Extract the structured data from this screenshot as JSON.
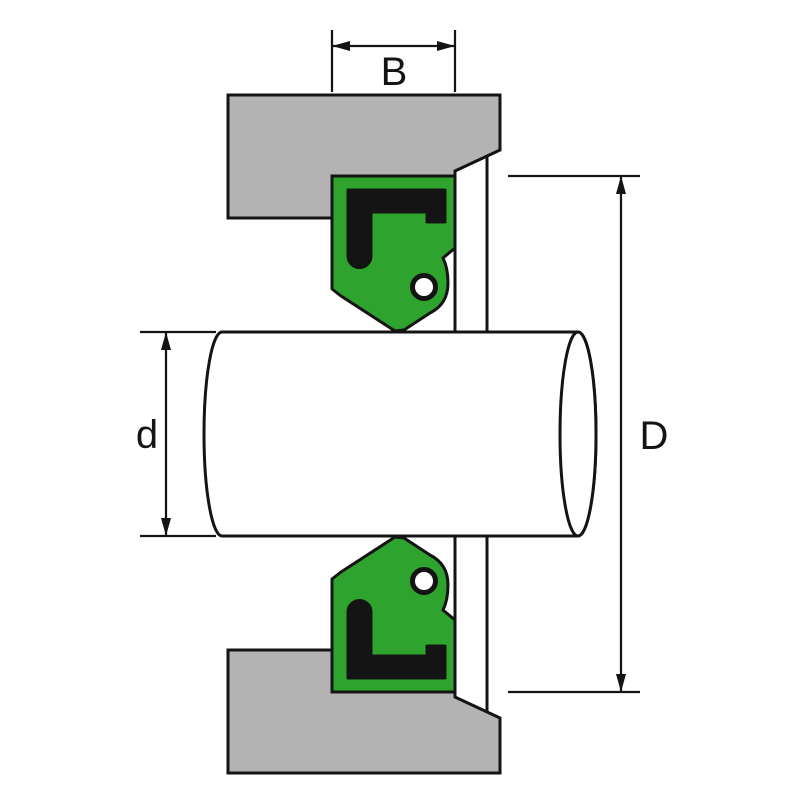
{
  "diagram": {
    "labels": {
      "width": "B",
      "shaft": "d",
      "outer": "D"
    },
    "colors": {
      "housing": "#b3b3b3",
      "seal": "#2ea32e",
      "metal_insert": "#141414",
      "shaft_fill": "#ffffff",
      "outline": "#141414",
      "background": "#ffffff"
    }
  }
}
